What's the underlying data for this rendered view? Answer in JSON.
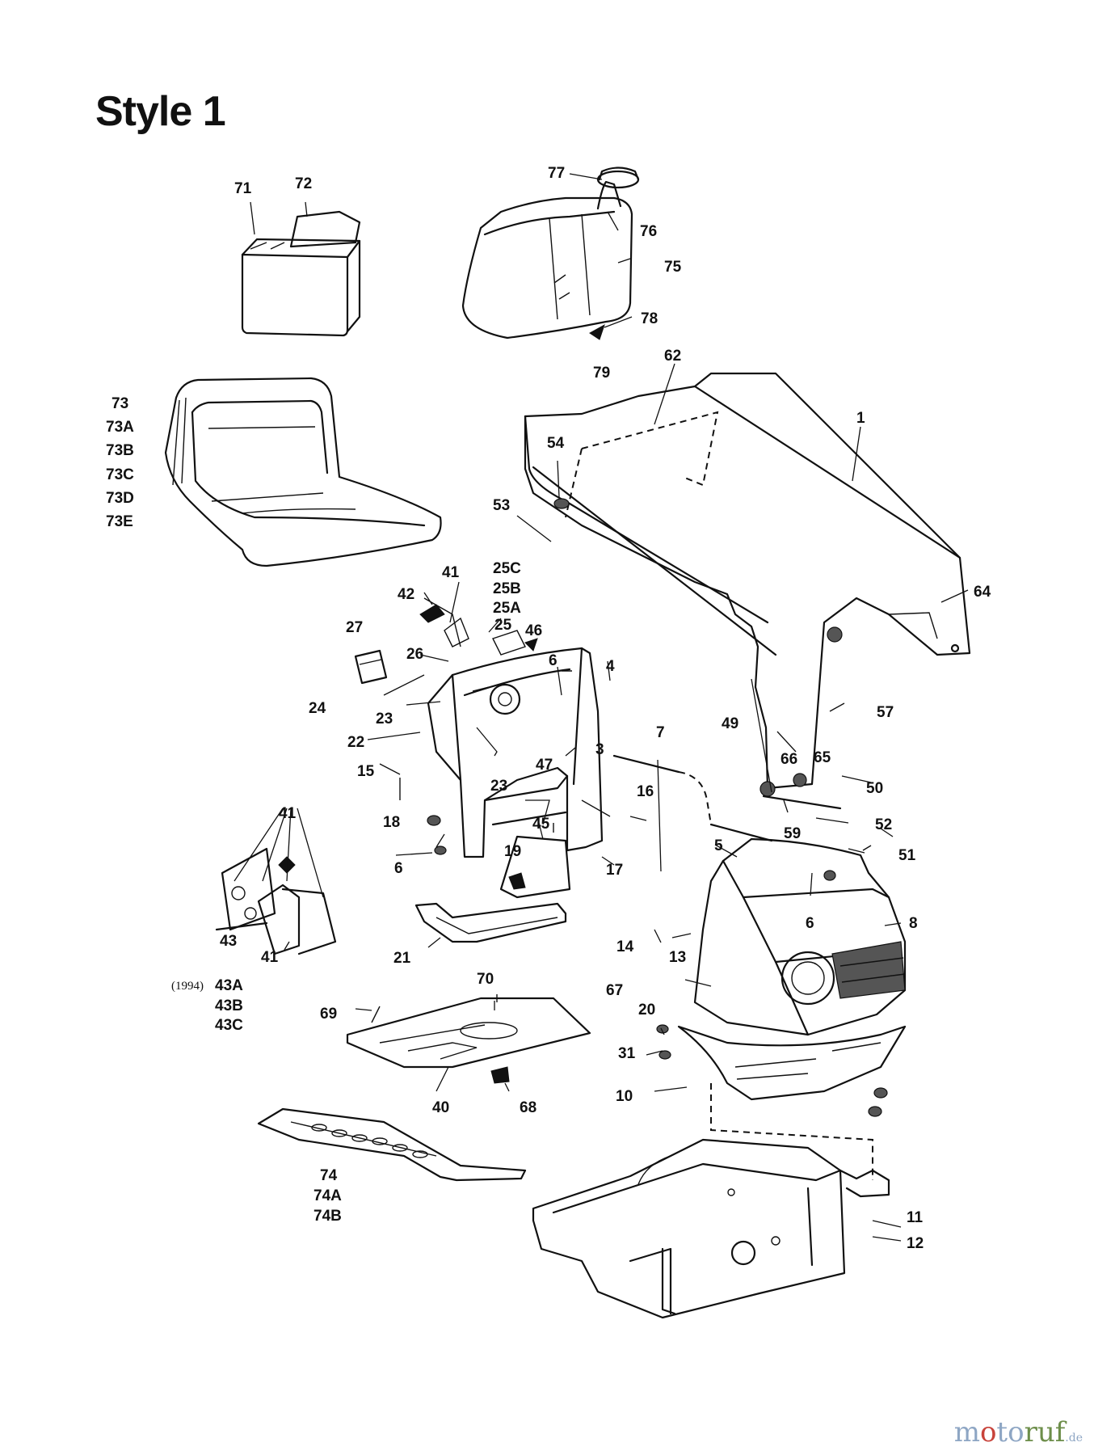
{
  "title": "Style 1",
  "watermark": {
    "brand": "motoruf",
    "tld": ".de"
  },
  "callouts": [
    "71",
    "72",
    "77",
    "76",
    "75",
    "78",
    "79",
    "62",
    "1",
    "73",
    "73A",
    "73B",
    "73C",
    "73D",
    "73E",
    "54",
    "53",
    "64",
    "42",
    "41",
    "25C",
    "25B",
    "25A",
    "25",
    "46",
    "27",
    "26",
    "24",
    "23",
    "6",
    "4",
    "22",
    "15",
    "3",
    "7",
    "49",
    "57",
    "66",
    "65",
    "50",
    "52",
    "59",
    "51",
    "41",
    "18",
    "45",
    "47",
    "16",
    "17",
    "19",
    "23",
    "6",
    "5",
    "8",
    "6",
    "43",
    "(1994)",
    "43A",
    "43B",
    "43C",
    "41",
    "21",
    "14",
    "13",
    "67",
    "70",
    "69",
    "20",
    "31",
    "40",
    "68",
    "10",
    "74",
    "74A",
    "74B",
    "11",
    "12"
  ]
}
